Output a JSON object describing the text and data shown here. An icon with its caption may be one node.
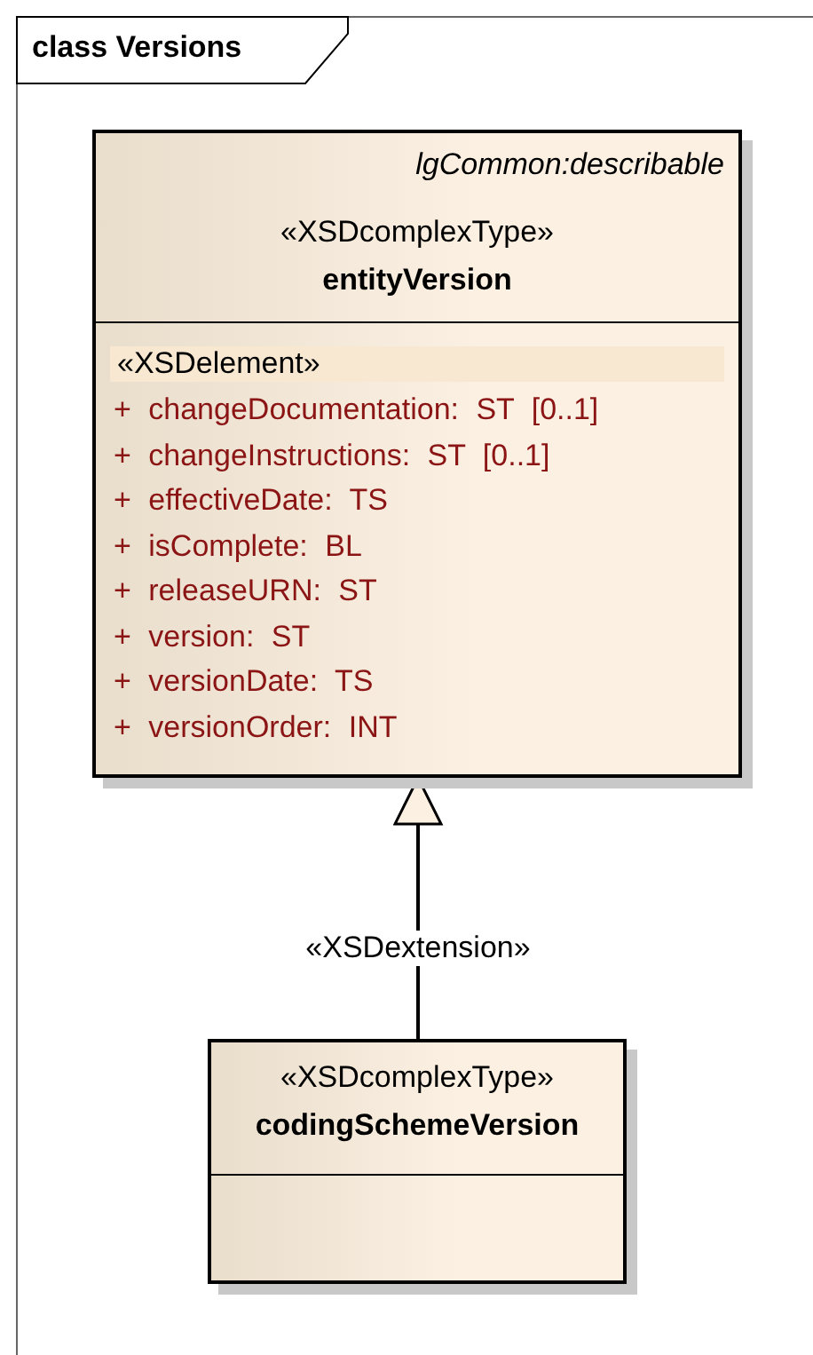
{
  "diagram": {
    "title": "class Versions",
    "nodes": [
      {
        "text": [
          "lgCommon:describable",
          "«XSDcomplexType»",
          "entityVersion",
          "«XSDelement»",
          "+ changeDocumentation: ST [0..1]",
          "+ changeInstructions: ST [0..1]",
          "+ effectiveDate: TS",
          "+ isComplete: BL",
          "+ releaseURN: ST",
          "+ version: ST",
          "+ versionDate: TS",
          "+ versionOrder: INT"
        ]
      },
      {
        "text": [
          "«XSDcomplexType»",
          "codingSchemeVersion"
        ]
      }
    ],
    "edges": [
      {
        "from": 1,
        "to": 0,
        "arrow": "to",
        "label": "«XSDextension»"
      }
    ]
  }
}
